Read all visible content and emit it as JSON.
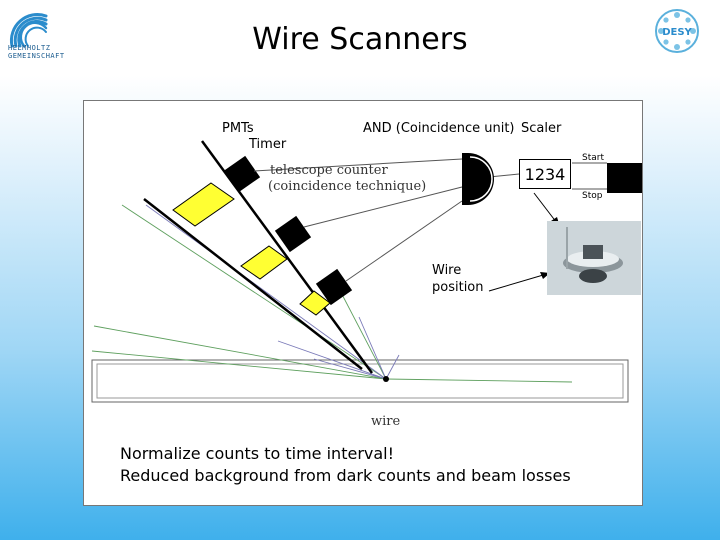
{
  "title": "Wire Scanners",
  "logos": {
    "left_text_line1": "HELMHOLTZ",
    "left_text_line2": "GEMEINSCHAFT",
    "right": "DESY"
  },
  "diagram": {
    "pmts_label": "PMTs",
    "timer_label": "Timer",
    "and_label": "AND (Coincidence unit)",
    "scaler_label": "Scaler",
    "scaler_value": "1234",
    "start_label": "Start",
    "stop_label": "Stop",
    "telescope_line1": "telescope counter",
    "telescope_line2": "(coincidence technique)",
    "wire_position_line1": "Wire",
    "wire_position_line2": "position",
    "wire_label": "wire"
  },
  "notes": [
    "Normalize counts to time interval!",
    "Reduced background from dark counts and beam losses"
  ],
  "colors": {
    "scintillator": "#ffff33",
    "track_green": "#5fa05f",
    "track_blue": "#7a7ab8",
    "background_top": "#ffffff",
    "background_bottom": "#3fb0ec"
  }
}
